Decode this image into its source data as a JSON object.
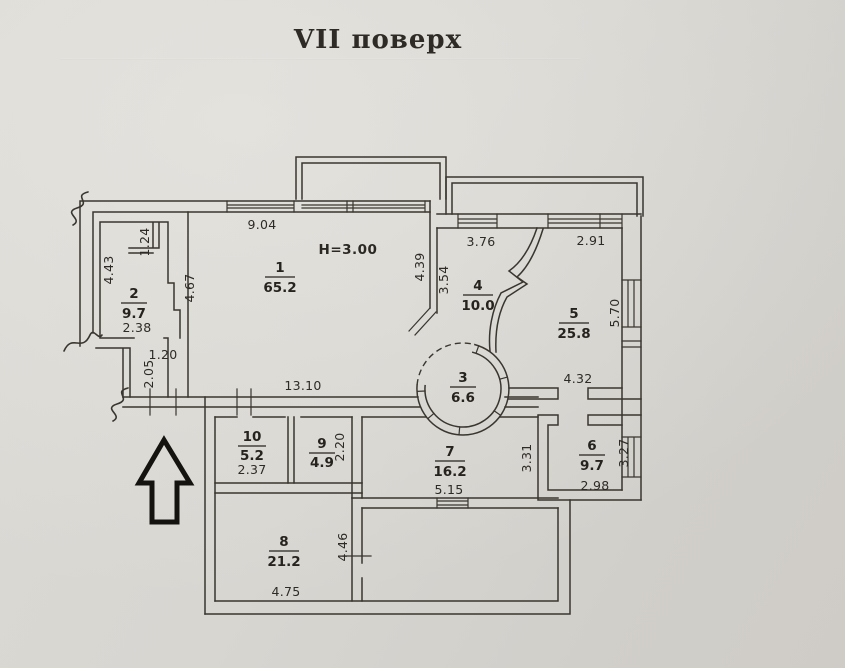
{
  "title": "VII поверх",
  "plan": {
    "height_note": "H=3.00",
    "rooms": {
      "r1": {
        "number": "1",
        "area": "65.2"
      },
      "r2": {
        "number": "2",
        "area": "9.7"
      },
      "r3": {
        "number": "3",
        "area": "6.6"
      },
      "r4": {
        "number": "4",
        "area": "10.0"
      },
      "r5": {
        "number": "5",
        "area": "25.8"
      },
      "r6": {
        "number": "6",
        "area": "9.7"
      },
      "r7": {
        "number": "7",
        "area": "16.2"
      },
      "r8": {
        "number": "8",
        "area": "21.2"
      },
      "r9": {
        "number": "9",
        "area": "4.9"
      },
      "r10": {
        "number": "10",
        "area": "5.2"
      }
    },
    "dims": {
      "room1_top": "9.04",
      "room1_left": "4.67",
      "room1_right": "4.39",
      "room2_left": "4.43",
      "room2_niche": "1.24",
      "room2_bottom": "2.38",
      "hall_width": "1.20",
      "hall_depth": "2.05",
      "corridor_length": "13.10",
      "room4_top": "3.76",
      "room4_left": "3.54",
      "room5_top": "2.91",
      "room5_right": "5.70",
      "room5_bottom": "4.32",
      "room6_right": "3.27",
      "room6_bottom": "2.98",
      "room7_right": "3.31",
      "room7_bottom": "5.15",
      "room8_right": "4.46",
      "room8_bottom": "4.75",
      "room9_right": "2.20",
      "room10_bottom": "2.37"
    },
    "colors": {
      "paper": "#d7d5d0",
      "ink": "#39352f"
    }
  }
}
